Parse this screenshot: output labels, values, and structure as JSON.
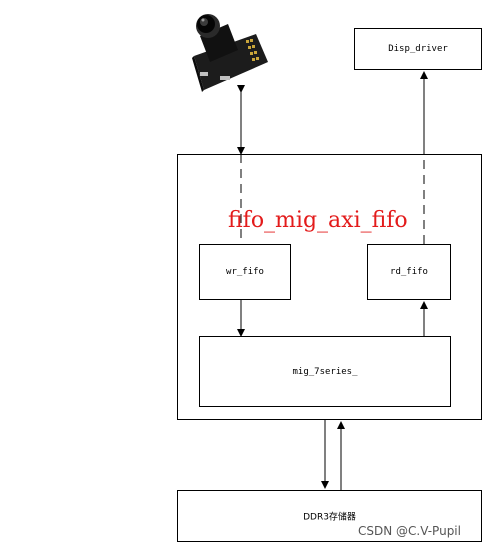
{
  "camera": {
    "icon": "camera-module-icon"
  },
  "disp_driver": {
    "label": "Disp_driver"
  },
  "top_module": {
    "title": "fifo_mig_axi_fifo"
  },
  "wr_fifo": {
    "label": "wr_fifo"
  },
  "rd_fifo": {
    "label": "rd_fifo"
  },
  "mig": {
    "label": "mig_7series_"
  },
  "ddr3": {
    "label": "DDR3存储器"
  },
  "watermark": {
    "text": "CSDN @C.V-Pupil"
  }
}
